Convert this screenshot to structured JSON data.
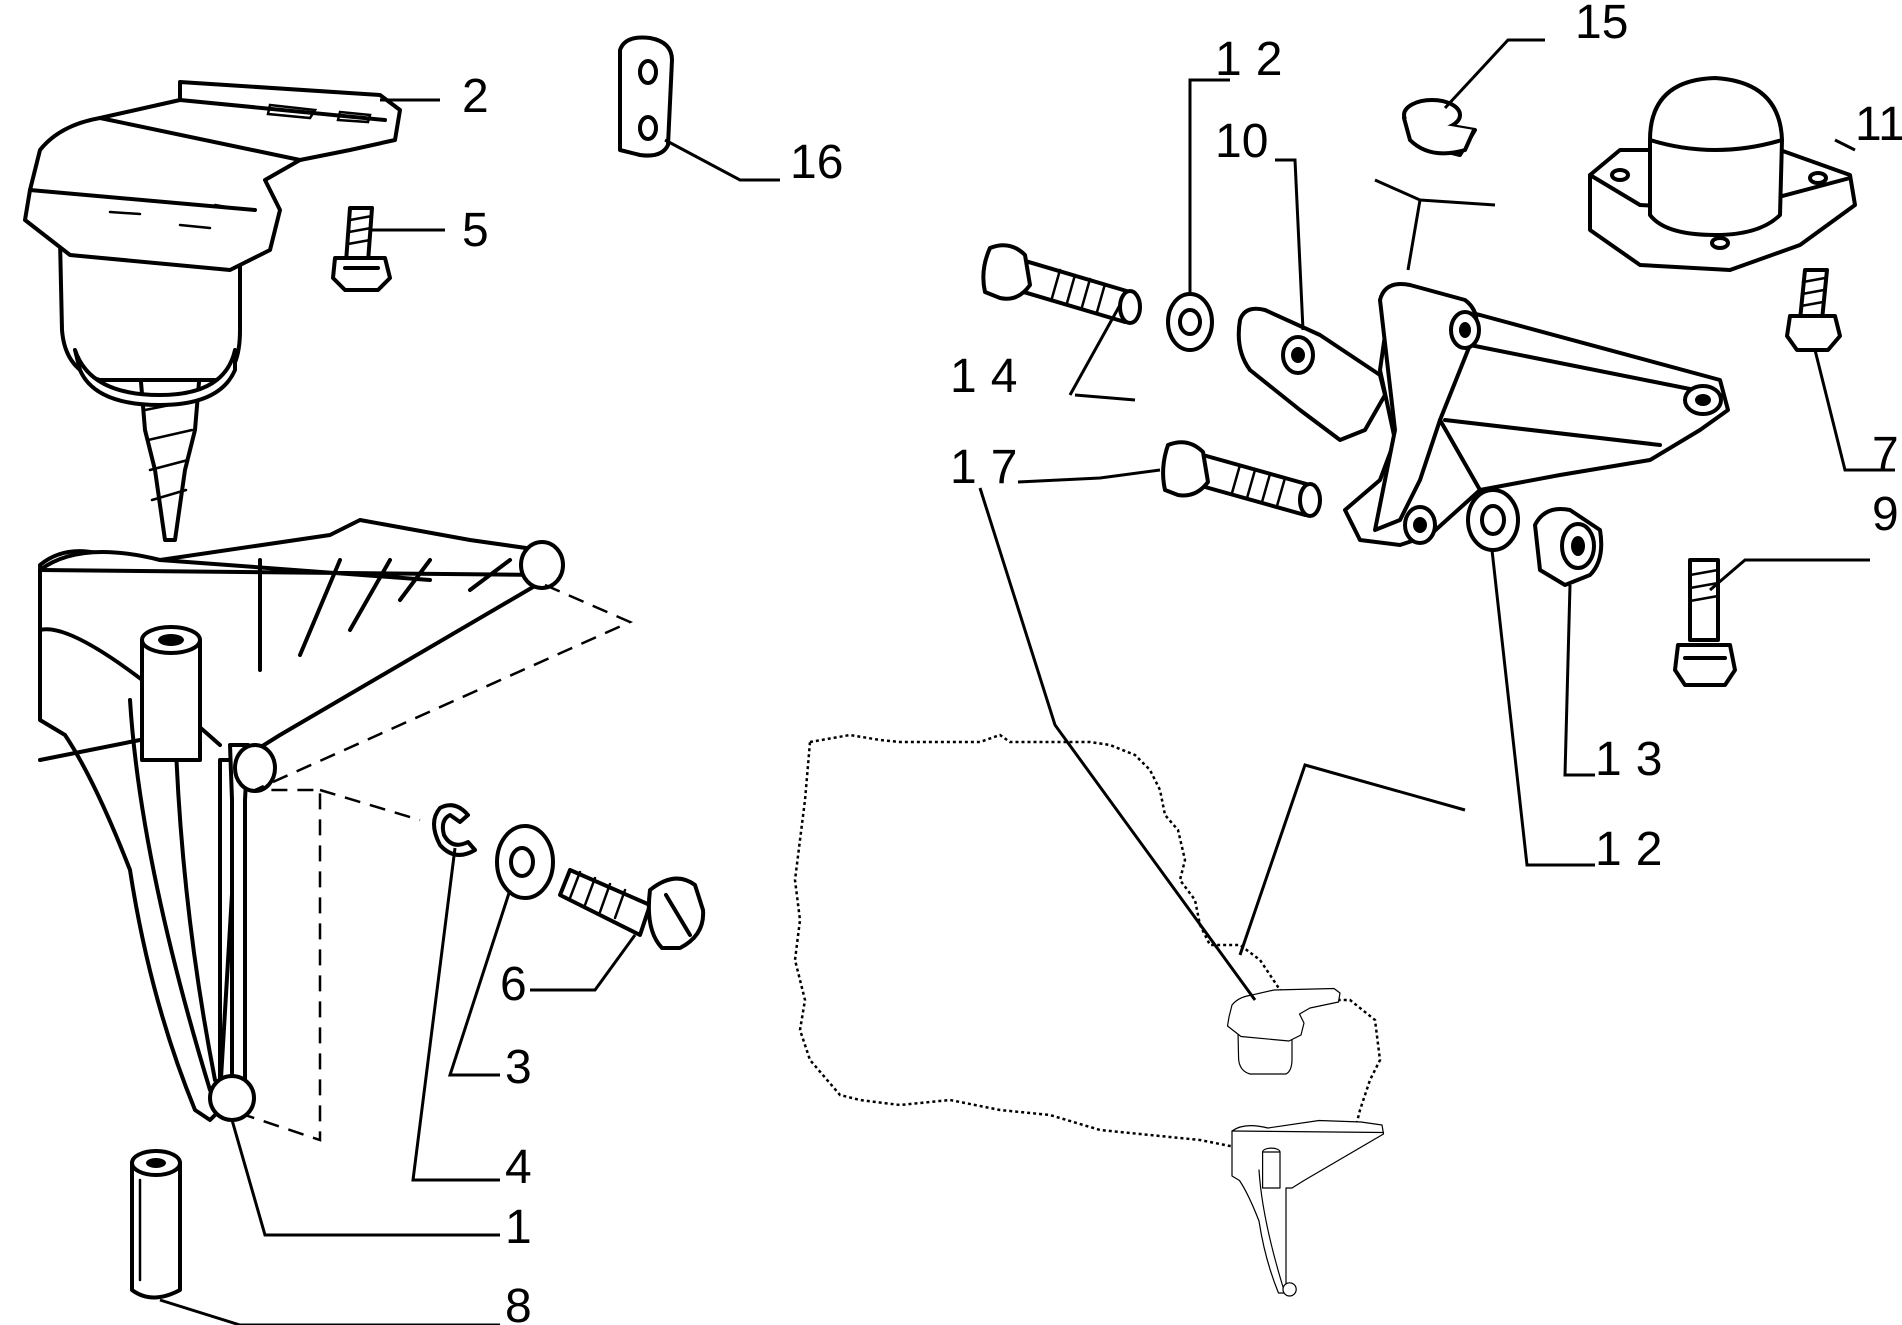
{
  "diagram": {
    "callouts": [
      "1",
      "2",
      "3",
      "4",
      "5",
      "6",
      "7",
      "8",
      "9",
      "10",
      "11",
      "12",
      "12",
      "13",
      "14",
      "15",
      "16",
      "17"
    ]
  }
}
